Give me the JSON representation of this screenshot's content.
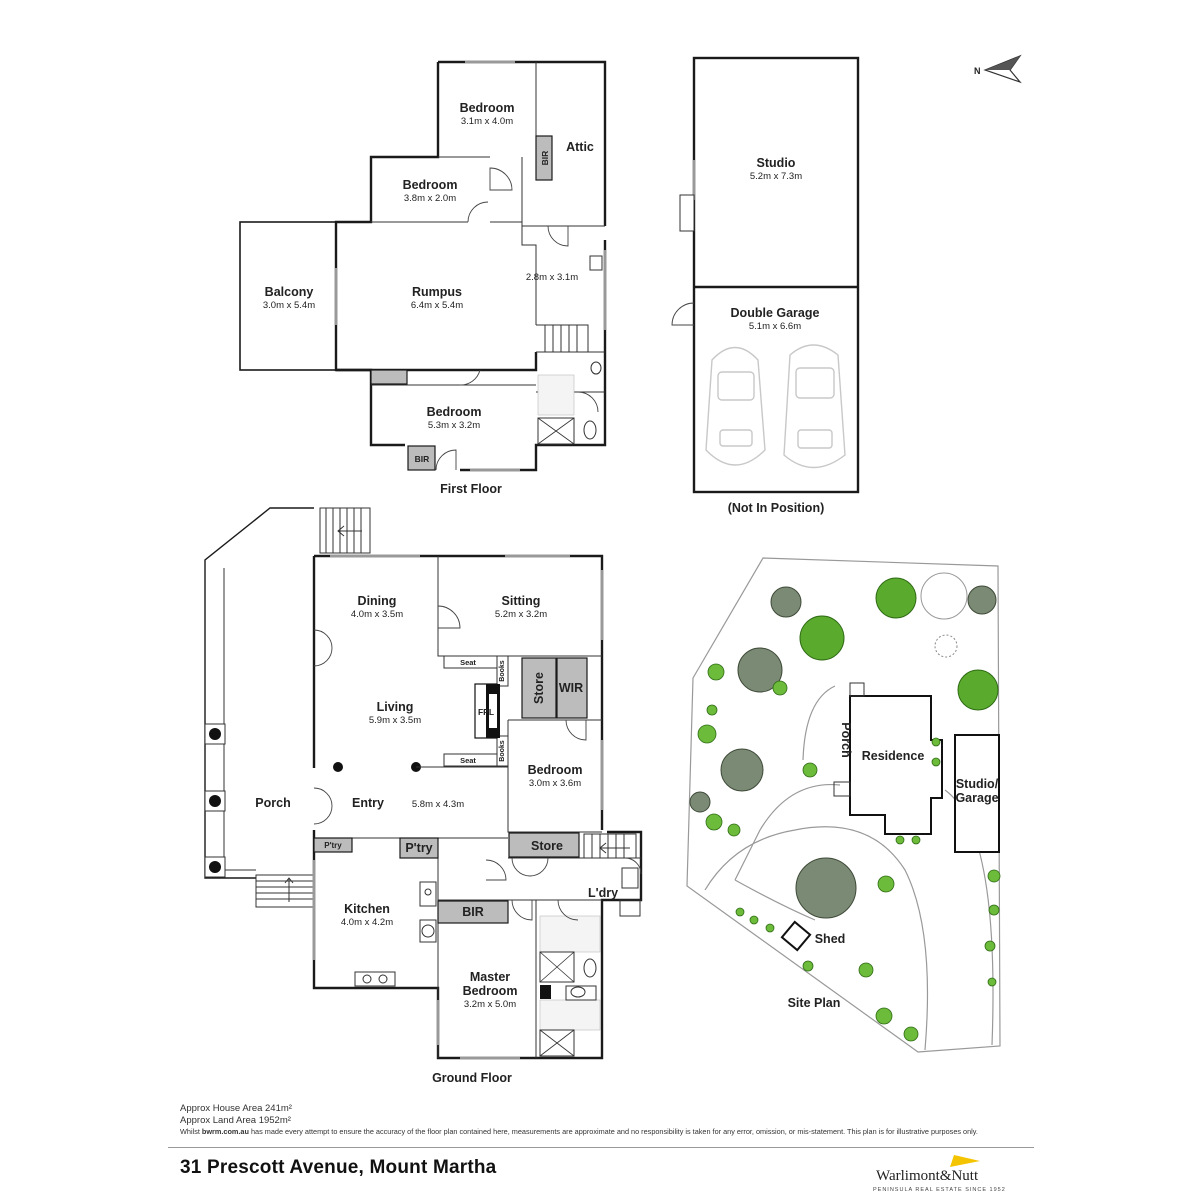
{
  "first_floor": {
    "caption": "First Floor",
    "rooms": [
      {
        "name": "Bedroom",
        "dims": "3.1m x 4.0m"
      },
      {
        "name": "Attic",
        "dims": ""
      },
      {
        "name": "Bedroom",
        "dims": "3.8m x 2.0m"
      },
      {
        "name": "Balcony",
        "dims": "3.0m x 5.4m"
      },
      {
        "name": "Rumpus",
        "dims": "6.4m x 5.4m"
      },
      {
        "name": "",
        "dims": "2.8m x 3.1m"
      },
      {
        "name": "Bedroom",
        "dims": "5.3m x 3.2m"
      }
    ],
    "labels": {
      "bir_top": "BIR",
      "bir_bottom": "BIR"
    }
  },
  "garage_block": {
    "caption": "(Not In Position)",
    "rooms": [
      {
        "name": "Studio",
        "dims": "5.2m x 7.3m"
      },
      {
        "name": "Double Garage",
        "dims": "5.1m x 6.6m"
      }
    ]
  },
  "ground_floor": {
    "caption": "Ground Floor",
    "rooms": [
      {
        "name": "Dining",
        "dims": "4.0m x 3.5m"
      },
      {
        "name": "Sitting",
        "dims": "5.2m x 3.2m"
      },
      {
        "name": "Living",
        "dims": "5.9m x 3.5m"
      },
      {
        "name": "Porch",
        "dims": ""
      },
      {
        "name": "Entry",
        "dims": ""
      },
      {
        "name": "",
        "dims": "5.8m x 4.3m"
      },
      {
        "name": "Bedroom",
        "dims": "3.0m x 3.6m"
      },
      {
        "name": "Kitchen",
        "dims": "4.0m x 4.2m"
      },
      {
        "name": "Master",
        "dims": ""
      },
      {
        "name": "Bedroom",
        "dims": "3.2m x 5.0m"
      }
    ],
    "labels": {
      "seat_top": "Seat",
      "seat_bottom": "Seat",
      "books_top": "Books",
      "books_bottom": "Books",
      "fpl": "FPL",
      "store_vertical": "Store",
      "wir": "WIR",
      "store": "Store",
      "pantry_small": "P'try",
      "pantry": "P'try",
      "bir": "BIR",
      "laundry": "L'dry"
    }
  },
  "site_plan": {
    "caption": "Site Plan",
    "labels": {
      "porch": "Porch",
      "residence": "Residence",
      "studio_line1": "Studio/",
      "studio_line2": "Garage",
      "shed": "Shed"
    }
  },
  "compass": {
    "label": "N"
  },
  "areas": {
    "house": "Approx House Area 241m²",
    "land": "Approx Land Area 1952m²"
  },
  "disclaimer": {
    "prefix": "Whilst ",
    "site": "bwrm.com.au",
    "rest": " has made every attempt to ensure the accuracy of the floor plan contained here, measurements are approximate and no responsibility is taken for any error, omission, or mis-statement. This plan is for illustrative purposes only."
  },
  "address": "31 Prescott Avenue, Mount Martha",
  "brand": {
    "name": "Warlimont&Nutt",
    "tagline": "PENINSULA REAL ESTATE SINCE 1952",
    "accent_color": "#f5c400"
  }
}
